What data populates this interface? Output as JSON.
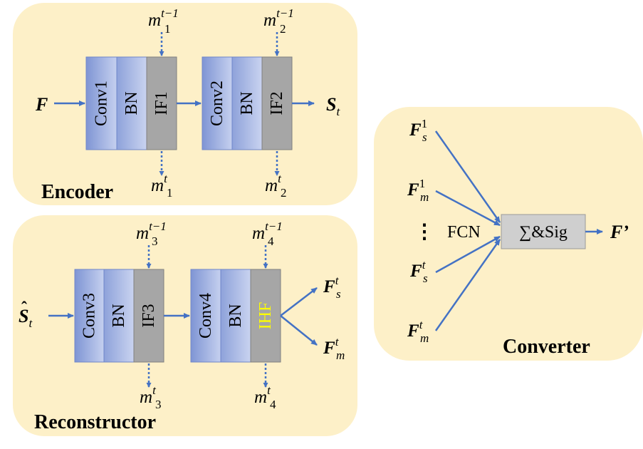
{
  "colors": {
    "panel_fill": "#fdf0c8",
    "arrow": "#4472c4",
    "layer_blue_light": "#b4c4ec",
    "layer_blue_dark": "#7f95d4",
    "layer_gray": "#a6a6a6",
    "ihf_text": "#ffff00",
    "box_gray": "#cfcfcf"
  },
  "encoder": {
    "title": "Encoder",
    "input": "F",
    "output_base": "S",
    "output_sub": "t",
    "block1": {
      "conv": "Conv1",
      "bn": "BN",
      "spike": "IF1",
      "m_in_base": "m",
      "m_in_sub": "1",
      "m_in_sup": "t−1",
      "m_out_base": "m",
      "m_out_sub": "1",
      "m_out_sup": "t"
    },
    "block2": {
      "conv": "Conv2",
      "bn": "BN",
      "spike": "IF2",
      "m_in_base": "m",
      "m_in_sub": "2",
      "m_in_sup": "t−1",
      "m_out_base": "m",
      "m_out_sub": "2",
      "m_out_sup": "t"
    }
  },
  "reconstructor": {
    "title": "Reconstructor",
    "input_base": "S",
    "input_hat": "ˆ",
    "input_sub": "t",
    "out_s_base": "F",
    "out_s_sub": "s",
    "out_s_sup": "t",
    "out_m_base": "F",
    "out_m_sub": "m",
    "out_m_sup": "t",
    "block3": {
      "conv": "Conv3",
      "bn": "BN",
      "spike": "IF3",
      "m_in_base": "m",
      "m_in_sub": "3",
      "m_in_sup": "t−1",
      "m_out_base": "m",
      "m_out_sub": "3",
      "m_out_sup": "t"
    },
    "block4": {
      "conv": "Conv4",
      "bn": "BN",
      "spike": "IHF",
      "m_in_base": "m",
      "m_in_sub": "4",
      "m_in_sup": "t−1",
      "m_out_base": "m",
      "m_out_sub": "4",
      "m_out_sup": "t"
    }
  },
  "converter": {
    "title": "Converter",
    "inputs": [
      {
        "base": "F",
        "sub": "s",
        "sup": "1"
      },
      {
        "base": "F",
        "sub": "m",
        "sup": "1"
      },
      {
        "base": "F",
        "sub": "s",
        "sup": "t"
      },
      {
        "base": "F",
        "sub": "m",
        "sup": "t"
      }
    ],
    "ellipsis": "⋮",
    "fcn_label": "FCN",
    "box_label": "∑&Sig",
    "output": "F’"
  }
}
